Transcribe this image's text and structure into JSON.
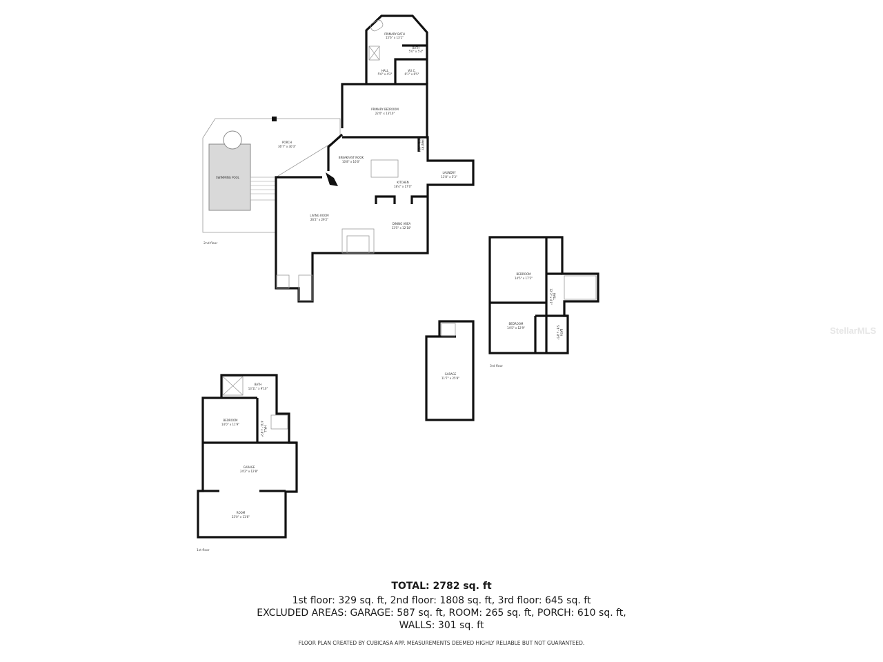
{
  "floors": {
    "second": {
      "label": "2nd floor",
      "rooms": {
        "primary_bath": {
          "name": "PRIMARY BATH",
          "dims": "15'6\" x 13'1\""
        },
        "bath": {
          "name": "BATH",
          "dims": "5'0\" x 5'4\""
        },
        "hall": {
          "name": "HALL",
          "dims": "5'0\" x 4'2\""
        },
        "wic": {
          "name": "W.I.C.",
          "dims": "6'1\" x 6'5\""
        },
        "primary_bedroom": {
          "name": "PRIMARY BEDROOM",
          "dims": "22'0\" x 13'10\""
        },
        "pantry": {
          "name": "PANTRY",
          "dims": "2'3\" x 4'5\""
        },
        "breakfast_nook": {
          "name": "BREAKFAST NOOK",
          "dims": "10'8\" x 16'0\""
        },
        "kitchen": {
          "name": "KITCHEN",
          "dims": "18'4\" x 17'0\""
        },
        "laundry": {
          "name": "LAUNDRY",
          "dims": "11'8\" x 5'3\""
        },
        "porch": {
          "name": "PORCH",
          "dims": "36'7\" x 30'3\""
        },
        "pool": {
          "name": "SWIMMING POOL"
        },
        "living_room": {
          "name": "LIVING ROOM",
          "dims": "26'2\" x 29'2\""
        },
        "dining_area": {
          "name": "DINING AREA",
          "dims": "13'5\" x 12'10\""
        }
      }
    },
    "third": {
      "label": "3rd floor",
      "rooms": {
        "bedroom_1": {
          "name": "BEDROOM",
          "dims": "14'5\" x 17'2\""
        },
        "bedroom_2": {
          "name": "BEDROOM",
          "dims": "14'5\" x 12'9\""
        },
        "hall": {
          "name": "HALL",
          "dims": "12'3\" x 4'1\""
        },
        "bath": {
          "name": "BATH",
          "dims": "5'4\" x 8'5\""
        },
        "garage": {
          "name": "GARAGE",
          "dims": "11'7\" x 25'8\""
        }
      }
    },
    "first": {
      "label": "1st floor",
      "rooms": {
        "bath": {
          "name": "BATH",
          "dims": "13'11\" x 9'10\""
        },
        "bedroom": {
          "name": "BEDROOM",
          "dims": "14'0\" x 11'9\""
        },
        "hall": {
          "name": "HALL",
          "dims": "4'11\" x 8'2\""
        },
        "garage": {
          "name": "GARAGE",
          "dims": "24'2\" x 12'8\""
        },
        "room": {
          "name": "ROOM",
          "dims": "23'0\" x 11'6\""
        }
      }
    }
  },
  "summary": {
    "total": "TOTAL: 2782 sq. ft",
    "floors_line": "1st floor: 329 sq. ft, 2nd floor: 1808 sq. ft, 3rd floor: 645 sq. ft",
    "excluded_line": "EXCLUDED AREAS: GARAGE: 587 sq. ft, ROOM: 265 sq. ft, PORCH: 610 sq. ft,",
    "walls_line": "WALLS: 301 sq. ft",
    "disclaimer": "FLOOR PLAN CREATED BY CUBICASA APP. MEASUREMENTS DEEMED HIGHLY RELIABLE BUT NOT GUARANTEED."
  },
  "watermark": "StellarMLS",
  "colors": {
    "wall": "#111111",
    "pool": "#d9d9d9",
    "background": "#ffffff"
  }
}
